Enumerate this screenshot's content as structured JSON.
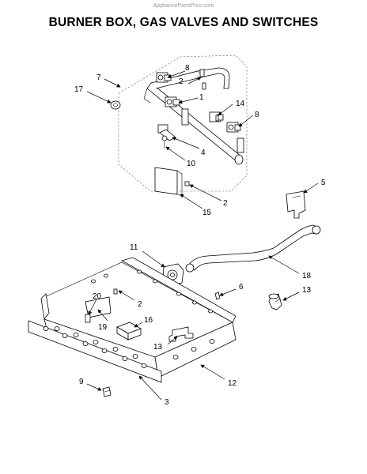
{
  "watermark": "AppliancePartsPros.com",
  "title": "BURNER BOX, GAS VALVES AND SWITCHES",
  "callouts": {
    "c7": "7",
    "c8a": "8",
    "c2a": "2",
    "c17": "17",
    "c1": "1",
    "c14": "14",
    "c8b": "8",
    "c4": "4",
    "c10": "10",
    "c5": "5",
    "c2b": "2",
    "c15": "15",
    "c11": "11",
    "c18": "18",
    "c6": "6",
    "c13a": "13",
    "c20": "20",
    "c2c": "2",
    "c16": "16",
    "c19": "19",
    "c13b": "13",
    "c12": "12",
    "c9": "9",
    "c3": "3"
  }
}
